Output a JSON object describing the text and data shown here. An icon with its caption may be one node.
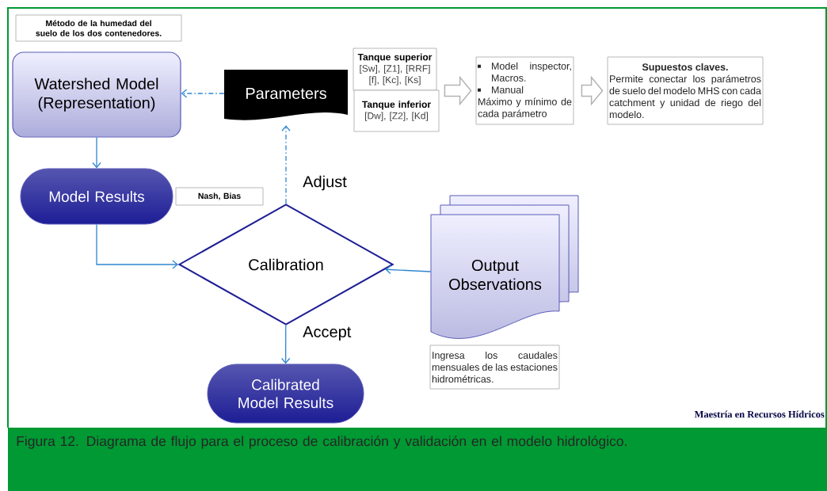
{
  "diagram": {
    "caption": "Figura 12.   Diagrama de flujo para el proceso de calibración y validación en el modelo hidrológico.",
    "nodes": [
      {
        "text": [
          "Método de la humedad del suelo de los dos contenedores."
        ]
      },
      {
        "text": [
          "Watershed Model (Representation)"
        ]
      },
      {
        "text": [
          "Parameters"
        ]
      },
      {
        "text": [
          "Tanque superior",
          "[Sw], [Z1], [RRF] [f], [Kc], [Ks]"
        ]
      },
      {
        "text": [
          "Tanque inferior",
          "[Dw], [Z2], [Kd]"
        ]
      },
      {
        "text": [
          "Model inspector, Macros.",
          "Manual",
          "Máximo y mínimo de cada parámetro"
        ]
      },
      {
        "text": [
          "Supuestos claves.",
          "Permite conectar los parámetros de suelo del modelo MHS con cada catchment y unidad de riego del modelo."
        ]
      },
      {
        "text": [
          "Model Results"
        ]
      },
      {
        "text": [
          "Nash, Bias"
        ]
      },
      {
        "text": [
          "Calibration"
        ]
      },
      {
        "text": [
          "Output Observations"
        ]
      },
      {
        "text": [
          "Ingresa los caudales mensuales de las estaciones hidrométricas."
        ]
      },
      {
        "text": [
          "Calibrated Model Results"
        ]
      }
    ],
    "edges": [
      {
        "from": 2,
        "to": 1,
        "arrow": "to",
        "style": "dashed"
      },
      {
        "from": 1,
        "to": 7,
        "arrow": "to"
      },
      {
        "from": 7,
        "to": 9,
        "arrow": "to"
      },
      {
        "from": 10,
        "to": 9,
        "arrow": "to"
      },
      {
        "from": 9,
        "to": 2,
        "arrow": "to",
        "style": "dashed",
        "label": "Adjust"
      },
      {
        "from": 9,
        "to": 12,
        "arrow": "to",
        "label": "Accept"
      },
      {
        "from": 3,
        "to": 5,
        "arrow": "to",
        "style": "thick"
      },
      {
        "from": 5,
        "to": 6,
        "arrow": "to",
        "style": "thick"
      }
    ],
    "labels": [
      "Maestría en Recursos Hídricos"
    ]
  }
}
